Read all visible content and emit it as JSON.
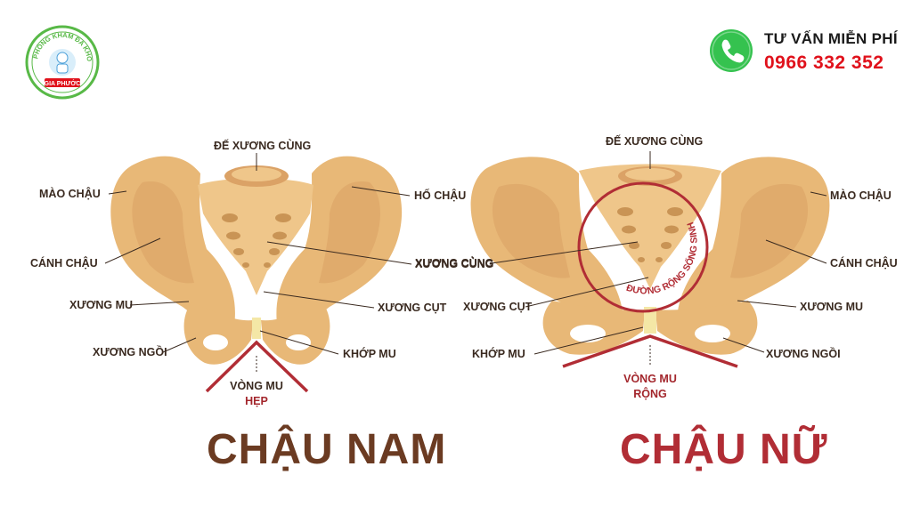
{
  "logo": {
    "ring_text": "PHÒNG KHÁM ĐA KHOA",
    "name": "GIA PHƯỚC"
  },
  "hotline": {
    "title": "TƯ VẤN MIỄN PHÍ",
    "number": "0966 332 352"
  },
  "male": {
    "title": "CHẬU NAM",
    "labels": {
      "de_xuong_cung": "ĐẾ XƯƠNG CÙNG",
      "mao_chau": "MÀO CHẬU",
      "ho_chau": "HỐ CHẬU",
      "canh_chau": "CÁNH CHẬU",
      "xuong_cung": "XƯƠNG CÙNG",
      "xuong_mu": "XƯƠNG MU",
      "xuong_cut": "XƯƠNG CỤT",
      "xuong_ngoi": "XƯƠNG NGỒI",
      "khop_mu": "KHỚP MU",
      "vong_mu": "VÒNG MU",
      "hep": "HẸP"
    }
  },
  "female": {
    "title": "CHẬU NỮ",
    "labels": {
      "de_xuong_cung": "ĐẾ XƯƠNG CÙNG",
      "mao_chau": "MÀO CHẬU",
      "canh_chau": "CÁNH CHẬU",
      "xuong_cung": "XƯƠNG CÙNG",
      "xuong_cut": "XƯƠNG CỤT",
      "xuong_mu": "XƯƠNG MU",
      "khop_mu": "KHỚP MU",
      "xuong_ngoi": "XƯƠNG NGỒI",
      "vong_mu": "VÒNG MU",
      "rong": "RỘNG",
      "duong_rong_song_sinh": "ĐƯỜNG RỘNG SỐNG SINH"
    }
  },
  "colors": {
    "bone": "#e8b877",
    "bone_dark": "#c99455",
    "red": "#b12d35",
    "brown": "#6b3b22",
    "phone_green": "#35c24f"
  }
}
